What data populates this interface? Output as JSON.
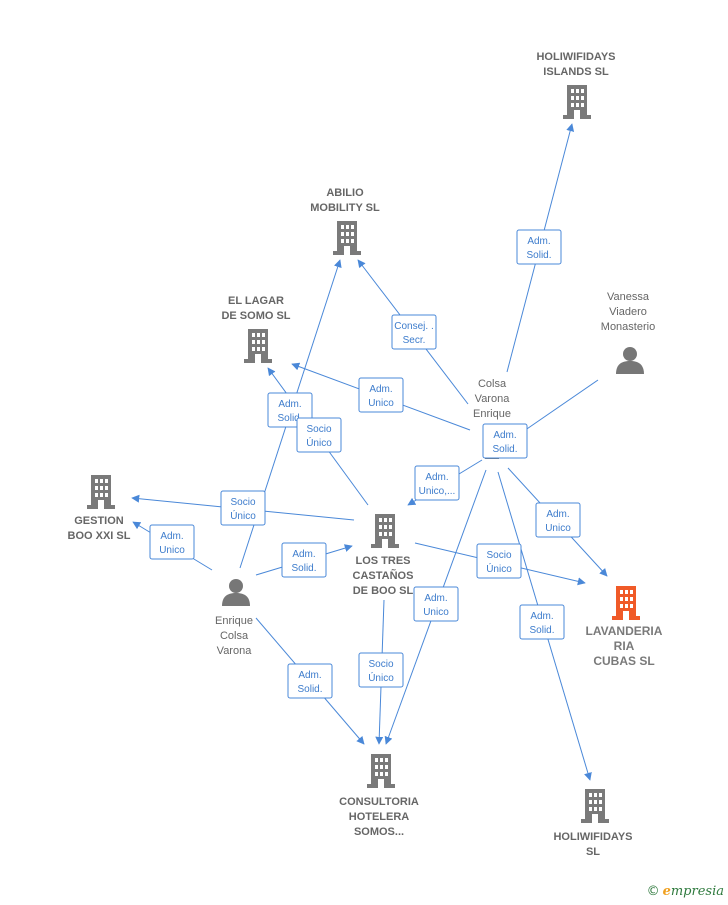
{
  "colors": {
    "edge": "#4a88d8",
    "company": "#7a7a7a",
    "person": "#777777",
    "highlight": "#f05a28"
  },
  "nodes": [
    {
      "id": "holiwifidays-islands",
      "type": "company",
      "label": [
        "HOLIWIFIDAYS",
        "ISLANDS  SL"
      ]
    },
    {
      "id": "abilio-mobility",
      "type": "company",
      "label": [
        "ABILIO",
        "MOBILITY  SL"
      ]
    },
    {
      "id": "el-lagar",
      "type": "company",
      "label": [
        "EL LAGAR",
        "DE SOMO  SL"
      ]
    },
    {
      "id": "vanessa",
      "type": "person",
      "label": [
        "Vanessa",
        "Viadero",
        "Monasterio"
      ]
    },
    {
      "id": "colsa-varona-enrique",
      "type": "person",
      "label": [
        "Colsa",
        "Varona",
        "Enrique"
      ]
    },
    {
      "id": "gestion-boo",
      "type": "company",
      "label": [
        "GESTION",
        "BOO XXI  SL"
      ]
    },
    {
      "id": "los-tres-castanos",
      "type": "company",
      "label": [
        "LOS TRES",
        "CASTAÑOS",
        "DE BOO SL"
      ]
    },
    {
      "id": "lavanderia",
      "type": "company-highlight",
      "label": [
        "LAVANDERIA",
        "RIA",
        "CUBAS  SL"
      ]
    },
    {
      "id": "enrique-colsa-varona",
      "type": "person",
      "label": [
        "Enrique",
        "Colsa",
        "Varona"
      ]
    },
    {
      "id": "consultoria",
      "type": "company",
      "label": [
        "CONSULTORIA",
        "HOTELERA",
        "SOMOS..."
      ]
    },
    {
      "id": "holiwifidays",
      "type": "company",
      "label": [
        "HOLIWIFIDAYS",
        "SL"
      ]
    }
  ],
  "edges": [
    {
      "id": "e1",
      "label": [
        "Adm.",
        "Solid."
      ],
      "from": "colsa-varona-enrique",
      "to": "holiwifidays-islands"
    },
    {
      "id": "e2",
      "label": [
        "Consej. .",
        "Secr."
      ],
      "from": "colsa-varona-enrique",
      "to": "abilio-mobility"
    },
    {
      "id": "e3",
      "label": [
        "Adm.",
        "Unico"
      ],
      "from": "colsa-varona-enrique",
      "to": "el-lagar"
    },
    {
      "id": "e4",
      "label": [
        "Adm.",
        "Solid."
      ],
      "from": "vanessa",
      "to": "colsa-varona-enrique"
    },
    {
      "id": "e5",
      "label": [
        "Adm.",
        "Unico,..."
      ],
      "from": "colsa-varona-enrique",
      "to": "los-tres-castanos"
    },
    {
      "id": "e6",
      "label": [
        "Adm.",
        "Unico"
      ],
      "from": "colsa-varona-enrique",
      "to": "lavanderia"
    },
    {
      "id": "e7",
      "label": [
        "Adm.",
        "Solid."
      ],
      "from": "colsa-varona-enrique",
      "to": "holiwifidays"
    },
    {
      "id": "e8",
      "label": [
        "Adm.",
        "Unico"
      ],
      "from": "colsa-varona-enrique",
      "to": "consultoria"
    },
    {
      "id": "e9",
      "label": [
        "Adm.",
        "Solid."
      ],
      "from": "enrique-colsa-varona",
      "to": "abilio-mobility"
    },
    {
      "id": "e10",
      "label": [
        "Socio",
        "Único"
      ],
      "from": "los-tres-castanos",
      "to": "el-lagar"
    },
    {
      "id": "e11",
      "label": [
        "Socio",
        "Único"
      ],
      "from": "los-tres-castanos",
      "to": "gestion-boo"
    },
    {
      "id": "e12",
      "label": [
        "Adm.",
        "Unico"
      ],
      "from": "enrique-colsa-varona",
      "to": "gestion-boo"
    },
    {
      "id": "e13",
      "label": [
        "Adm.",
        "Solid."
      ],
      "from": "enrique-colsa-varona",
      "to": "los-tres-castanos"
    },
    {
      "id": "e14",
      "label": [
        "Socio",
        "Único"
      ],
      "from": "los-tres-castanos",
      "to": "lavanderia"
    },
    {
      "id": "e15",
      "label": [
        "Socio",
        "Único"
      ],
      "from": "los-tres-castanos",
      "to": "consultoria"
    },
    {
      "id": "e16",
      "label": [
        "Adm.",
        "Solid."
      ],
      "from": "enrique-colsa-varona",
      "to": "consultoria"
    }
  ],
  "brand": {
    "copyright": "©",
    "initial": "e",
    "rest": "mpresia"
  }
}
